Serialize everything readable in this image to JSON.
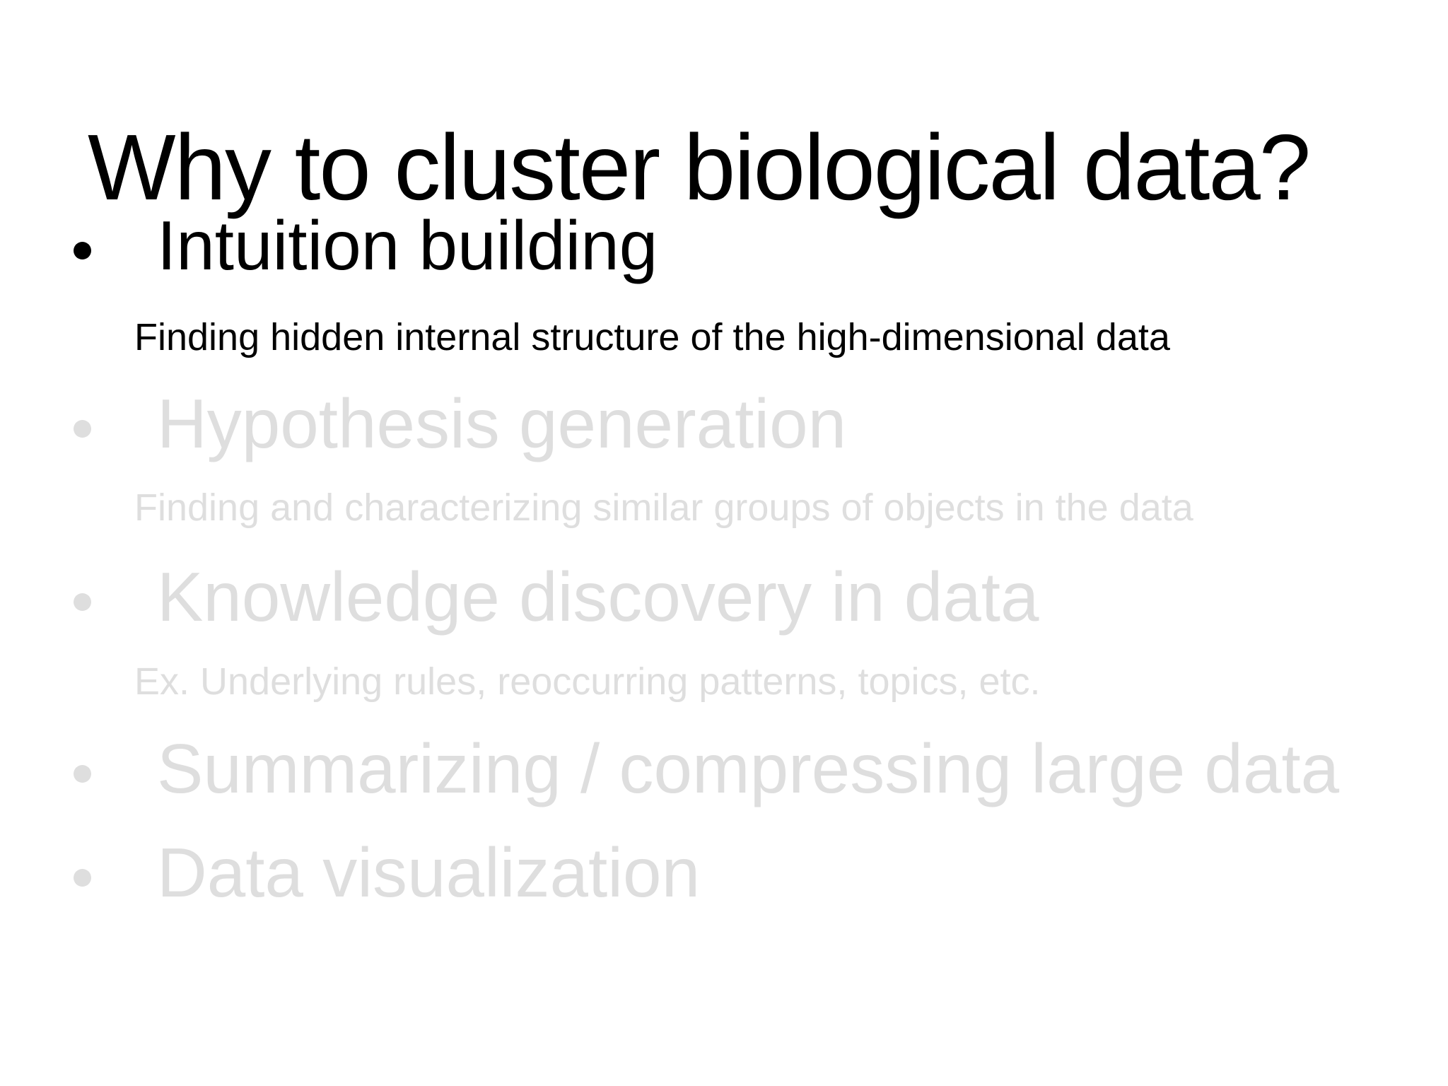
{
  "slide": {
    "title": "Why to cluster biological data?",
    "colors": {
      "background": "#ffffff",
      "text": "#000000",
      "dimmed": "#dedede"
    },
    "bullets": [
      {
        "label": "Intuition building",
        "note": "Finding hidden internal structure of the high-dimensional data",
        "state": "active"
      },
      {
        "label": "Hypothesis generation",
        "note": "Finding and characterizing similar groups of objects in the data",
        "state": "dimmed"
      },
      {
        "label": "Knowledge discovery in data",
        "note": "Ex. Underlying rules, reoccurring patterns, topics, etc.",
        "state": "dimmed"
      },
      {
        "label": "Summarizing / compressing large data",
        "state": "dimmed"
      },
      {
        "label": "Data visualization",
        "state": "dimmed"
      }
    ]
  }
}
